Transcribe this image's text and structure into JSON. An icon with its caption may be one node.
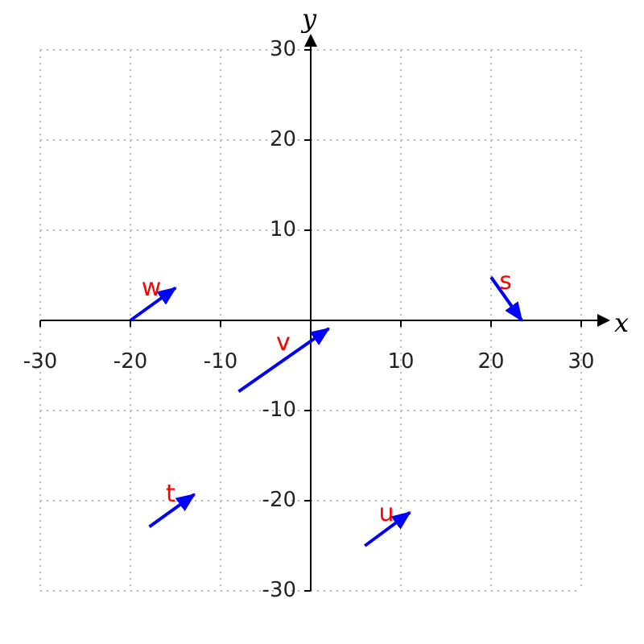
{
  "diagram": {
    "labels": [
      "y",
      "30",
      "20",
      "10",
      "w",
      "s",
      "x",
      "-30",
      "-20",
      "-10",
      "10",
      "20",
      "30",
      "v",
      "-10",
      "t",
      "-20",
      "u",
      "-30"
    ]
  }
}
